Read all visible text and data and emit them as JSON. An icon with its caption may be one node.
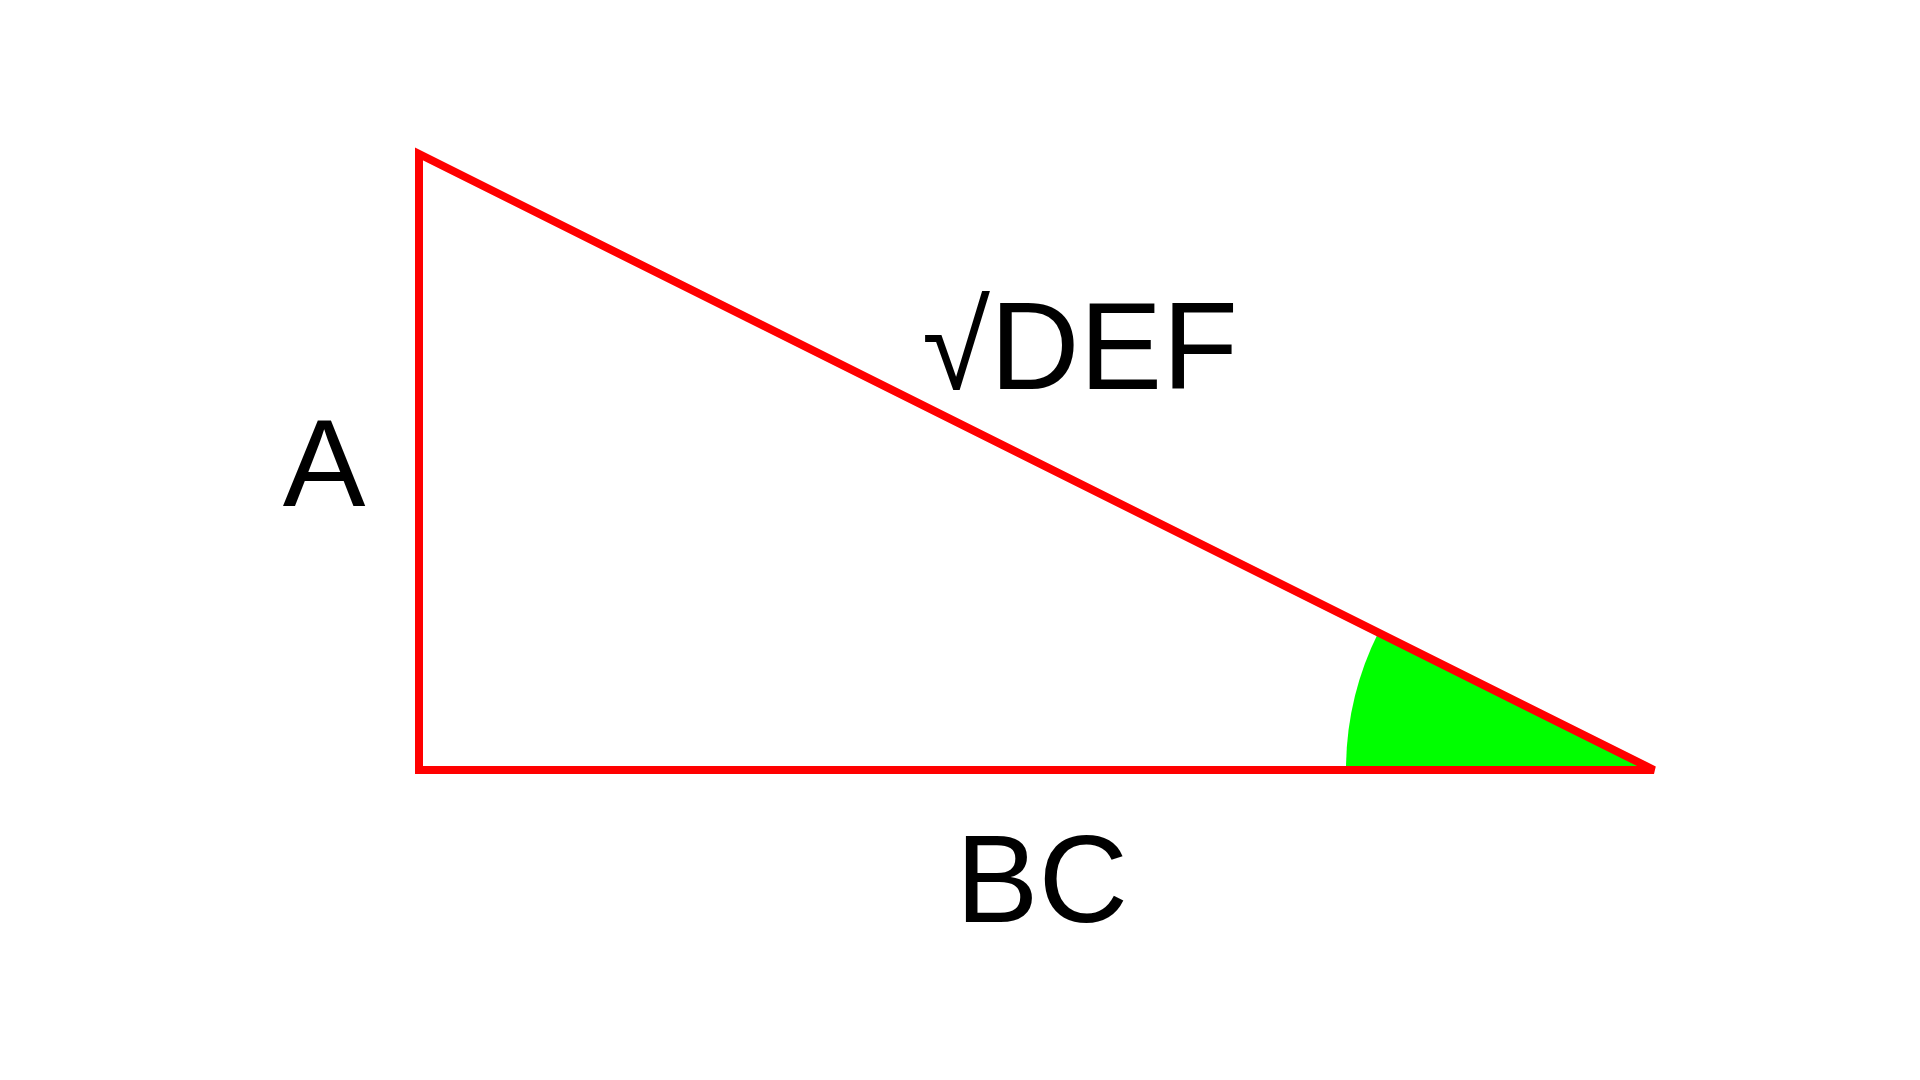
{
  "diagram": {
    "labels": [
      "√DEF",
      "A",
      "BC"
    ]
  }
}
